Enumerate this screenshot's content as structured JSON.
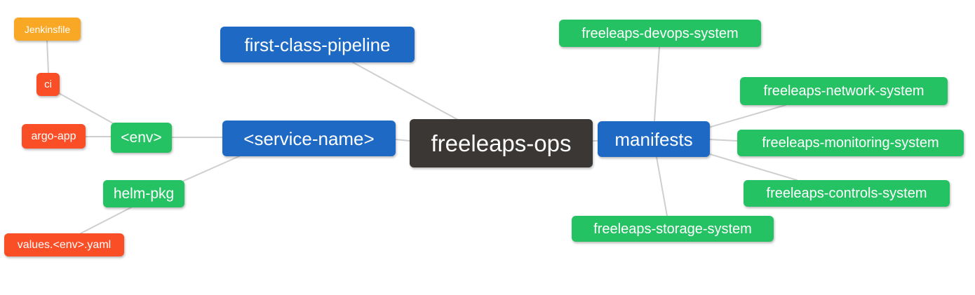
{
  "diagram": {
    "type": "mindmap",
    "root_label": "freeleaps-ops",
    "colors": {
      "dark": "#3b3735",
      "blue": "#1e69c3",
      "green": "#24c263",
      "red": "#fa4e26",
      "amber": "#f9a825",
      "edge": "#cfcfcf",
      "text": "#ffffff"
    },
    "nodes": [
      {
        "id": "freeleaps-ops",
        "label": "freeleaps-ops",
        "level": 0,
        "color": "dark"
      },
      {
        "id": "first-class-pipeline",
        "label": "first-class-pipeline",
        "level": 1,
        "color": "blue"
      },
      {
        "id": "service-name",
        "label": "<service-name>",
        "level": 1,
        "color": "blue"
      },
      {
        "id": "manifests",
        "label": "manifests",
        "level": 1,
        "color": "blue"
      },
      {
        "id": "env",
        "label": "<env>",
        "level": 2,
        "color": "green"
      },
      {
        "id": "helm-pkg",
        "label": "helm-pkg",
        "level": 2,
        "color": "green"
      },
      {
        "id": "ci",
        "label": "ci",
        "level": 3,
        "color": "red"
      },
      {
        "id": "argo-app",
        "label": "argo-app",
        "level": 3,
        "color": "red"
      },
      {
        "id": "values-env-yaml",
        "label": "values.<env>.yaml",
        "level": 3,
        "color": "red"
      },
      {
        "id": "jenkinsfile",
        "label": "Jenkinsfile",
        "level": 4,
        "color": "amber"
      },
      {
        "id": "freeleaps-devops-system",
        "label": "freeleaps-devops-system",
        "level": 2,
        "color": "green"
      },
      {
        "id": "freeleaps-network-system",
        "label": "freeleaps-network-system",
        "level": 2,
        "color": "green"
      },
      {
        "id": "freeleaps-monitoring-system",
        "label": "freeleaps-monitoring-system",
        "level": 2,
        "color": "green"
      },
      {
        "id": "freeleaps-controls-system",
        "label": "freeleaps-controls-system",
        "level": 2,
        "color": "green"
      },
      {
        "id": "freeleaps-storage-system",
        "label": "freeleaps-storage-system",
        "level": 2,
        "color": "green"
      }
    ],
    "edges": [
      {
        "from": "freeleaps-ops",
        "to": "first-class-pipeline"
      },
      {
        "from": "freeleaps-ops",
        "to": "service-name"
      },
      {
        "from": "freeleaps-ops",
        "to": "manifests"
      },
      {
        "from": "service-name",
        "to": "env"
      },
      {
        "from": "service-name",
        "to": "helm-pkg"
      },
      {
        "from": "env",
        "to": "ci"
      },
      {
        "from": "env",
        "to": "argo-app"
      },
      {
        "from": "ci",
        "to": "jenkinsfile"
      },
      {
        "from": "helm-pkg",
        "to": "values-env-yaml"
      },
      {
        "from": "manifests",
        "to": "freeleaps-devops-system"
      },
      {
        "from": "manifests",
        "to": "freeleaps-network-system"
      },
      {
        "from": "manifests",
        "to": "freeleaps-monitoring-system"
      },
      {
        "from": "manifests",
        "to": "freeleaps-controls-system"
      },
      {
        "from": "manifests",
        "to": "freeleaps-storage-system"
      }
    ]
  }
}
